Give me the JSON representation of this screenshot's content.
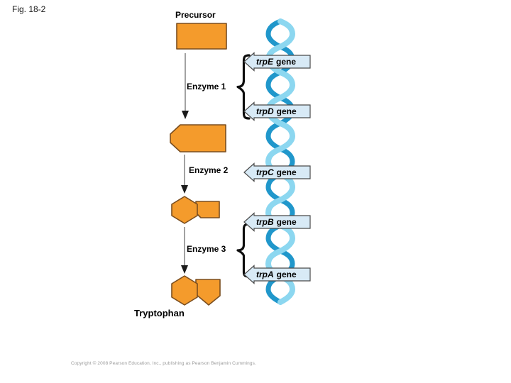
{
  "figure": {
    "label": "Fig. 18-2"
  },
  "pathway": {
    "precursor_label": "Precursor",
    "tryptophan_label": "Tryptophan",
    "enzymes": [
      {
        "label": "Enzyme 1"
      },
      {
        "label": "Enzyme 2"
      },
      {
        "label": "Enzyme 3"
      }
    ]
  },
  "genes": [
    {
      "name": "trpE",
      "word": "gene"
    },
    {
      "name": "trpD",
      "word": "gene"
    },
    {
      "name": "trpC",
      "word": "gene"
    },
    {
      "name": "trpB",
      "word": "gene"
    },
    {
      "name": "trpA",
      "word": "gene"
    }
  ],
  "footer": {
    "copyright": "Copyright © 2008 Pearson Education, Inc., publishing as Pearson Benjamin Cummings."
  },
  "colors": {
    "molecule_fill": "#F49B2C",
    "molecule_stroke": "#7A4E20",
    "gene_box_fill": "#D8EAF6",
    "dna_light": "#8CD7F0",
    "dna_dark": "#2097CB"
  }
}
